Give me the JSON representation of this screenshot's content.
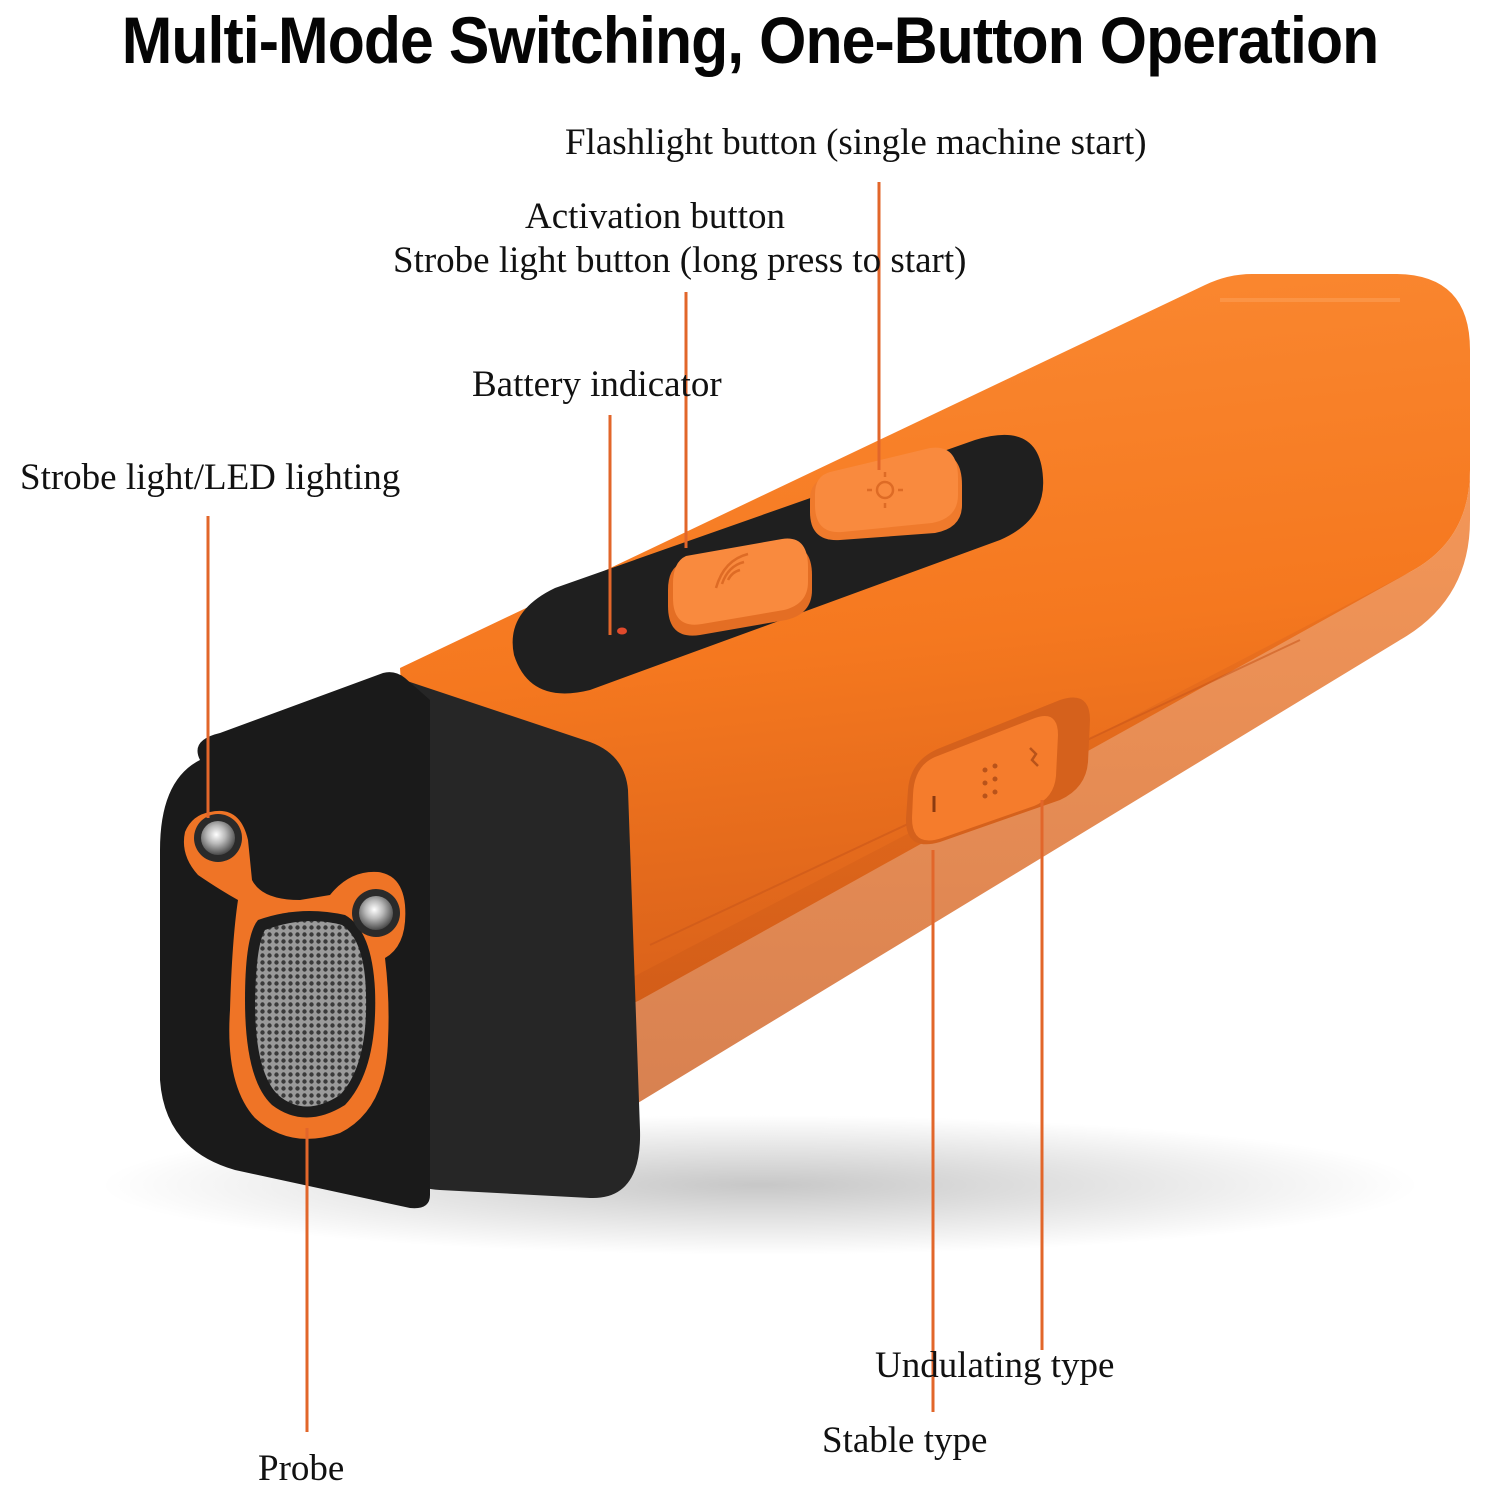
{
  "headline": "Multi-Mode Switching, One-Button Operation",
  "labels": {
    "flashlight_button": "Flashlight button (single machine start)",
    "activation_button": "Activation button",
    "strobe_light_button": "Strobe light button (long press to start)",
    "battery_indicator": "Battery indicator",
    "strobe_led": "Strobe light/LED lighting",
    "undulating_type": "Undulating type",
    "stable_type": "Stable type",
    "probe": "Probe"
  },
  "colors": {
    "device_orange": "#f5781f",
    "device_black": "#1c1c1c",
    "leader_line": "#e2662a",
    "text": "#111111"
  }
}
